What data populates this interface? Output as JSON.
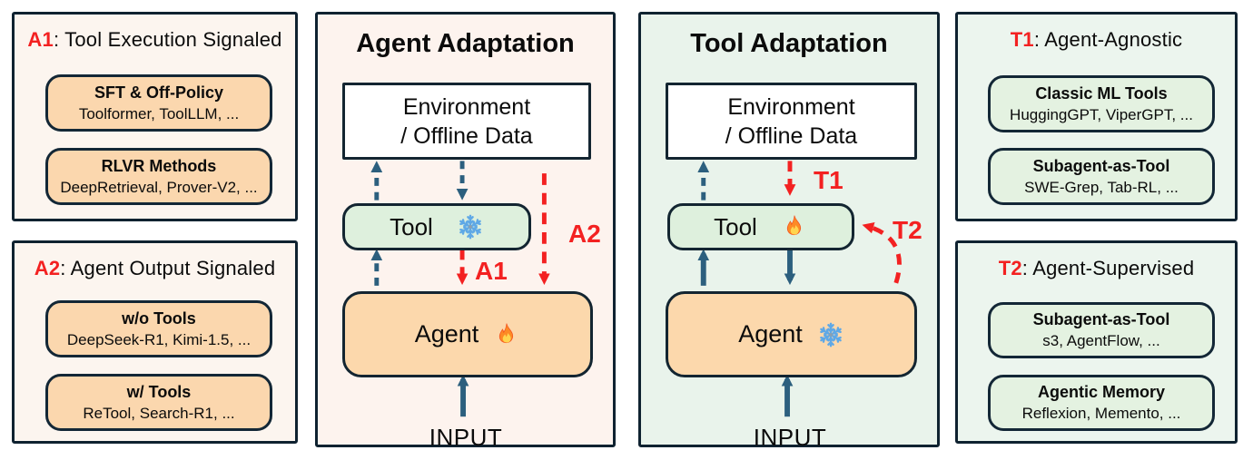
{
  "colors": {
    "accent_red": "#f32121",
    "arrow_teal": "#2c5f7e",
    "border_dark": "#0f2230",
    "panel_warm_bg": "#fcf5ef",
    "panel_green_bg": "#ecf5ee",
    "pill_orange": "#fbd7ae",
    "pill_green": "#e4f2e1",
    "tool_node_green": "#def0dd",
    "agent_node_peach": "#fcd8ac"
  },
  "side_panels": {
    "a1": {
      "code": "A1",
      "title_rest": ": Tool Execution Signaled",
      "items": [
        {
          "heading": "SFT & Off-Policy",
          "examples": "Toolformer, ToolLLM, ..."
        },
        {
          "heading": "RLVR Methods",
          "examples": "DeepRetrieval, Prover-V2, ..."
        }
      ]
    },
    "a2": {
      "code": "A2",
      "title_rest": ": Agent Output Signaled",
      "items": [
        {
          "heading": "w/o Tools",
          "examples": "DeepSeek-R1, Kimi-1.5, ..."
        },
        {
          "heading": "w/ Tools",
          "examples": "ReTool, Search-R1, ..."
        }
      ]
    },
    "t1": {
      "code": "T1",
      "title_rest": ": Agent-Agnostic",
      "items": [
        {
          "heading": "Classic ML Tools",
          "examples": "HuggingGPT, ViperGPT, ..."
        },
        {
          "heading": "Subagent-as-Tool",
          "examples": "SWE-Grep, Tab-RL, ..."
        }
      ]
    },
    "t2": {
      "code": "T2",
      "title_rest": ": Agent-Supervised",
      "items": [
        {
          "heading": "Subagent-as-Tool",
          "examples": "s3, AgentFlow, ..."
        },
        {
          "heading": "Agentic Memory",
          "examples": "Reflexion, Memento, ..."
        }
      ]
    }
  },
  "flow_panels": {
    "agent_adaptation": {
      "title": "Agent Adaptation",
      "environment_line1": "Environment",
      "environment_line2": "/ Offline Data",
      "tool_label": "Tool",
      "tool_icon": "snowflake-icon",
      "agent_label": "Agent",
      "agent_icon": "fire-icon",
      "label_a1": "A1",
      "label_a2": "A2",
      "input_label": "INPUT"
    },
    "tool_adaptation": {
      "title": "Tool Adaptation",
      "environment_line1": "Environment",
      "environment_line2": "/ Offline Data",
      "tool_label": "Tool",
      "tool_icon": "fire-icon",
      "agent_label": "Agent",
      "agent_icon": "snowflake-icon",
      "label_t1": "T1",
      "label_t2": "T2",
      "input_label": "INPUT"
    }
  }
}
